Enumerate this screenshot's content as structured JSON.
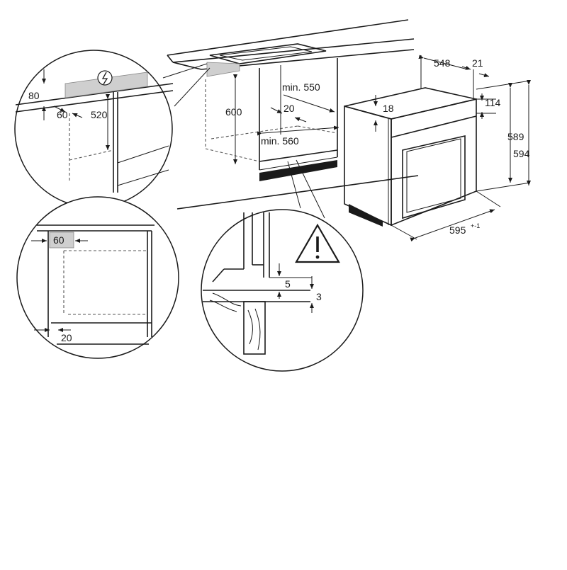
{
  "diagram": {
    "hob_cabinet": {
      "dim_height": "600",
      "dim_depth": "min. 550",
      "dim_gap": "20",
      "dim_width": "min. 560"
    },
    "detail_power": {
      "dim_depth": "520",
      "dim_height": "80",
      "dim_offset": "60"
    },
    "detail_side": {
      "dim_top": "60",
      "dim_bottom": "20"
    },
    "detail_gap": {
      "dim_gap_a": "5",
      "dim_gap_b": "3"
    },
    "oven": {
      "dim_depth": "548",
      "dim_front": "21",
      "dim_top": "114",
      "dim_door": "18",
      "dim_height_a": "589",
      "dim_height_b": "594",
      "dim_width": "595",
      "dim_width_tol": "+-1"
    },
    "symbols": {
      "electric": "electric-hazard-icon",
      "warning": "warning-triangle-icon"
    },
    "colors": {
      "line": "#1a1a1a",
      "highlight": "#cfcfcf"
    }
  }
}
